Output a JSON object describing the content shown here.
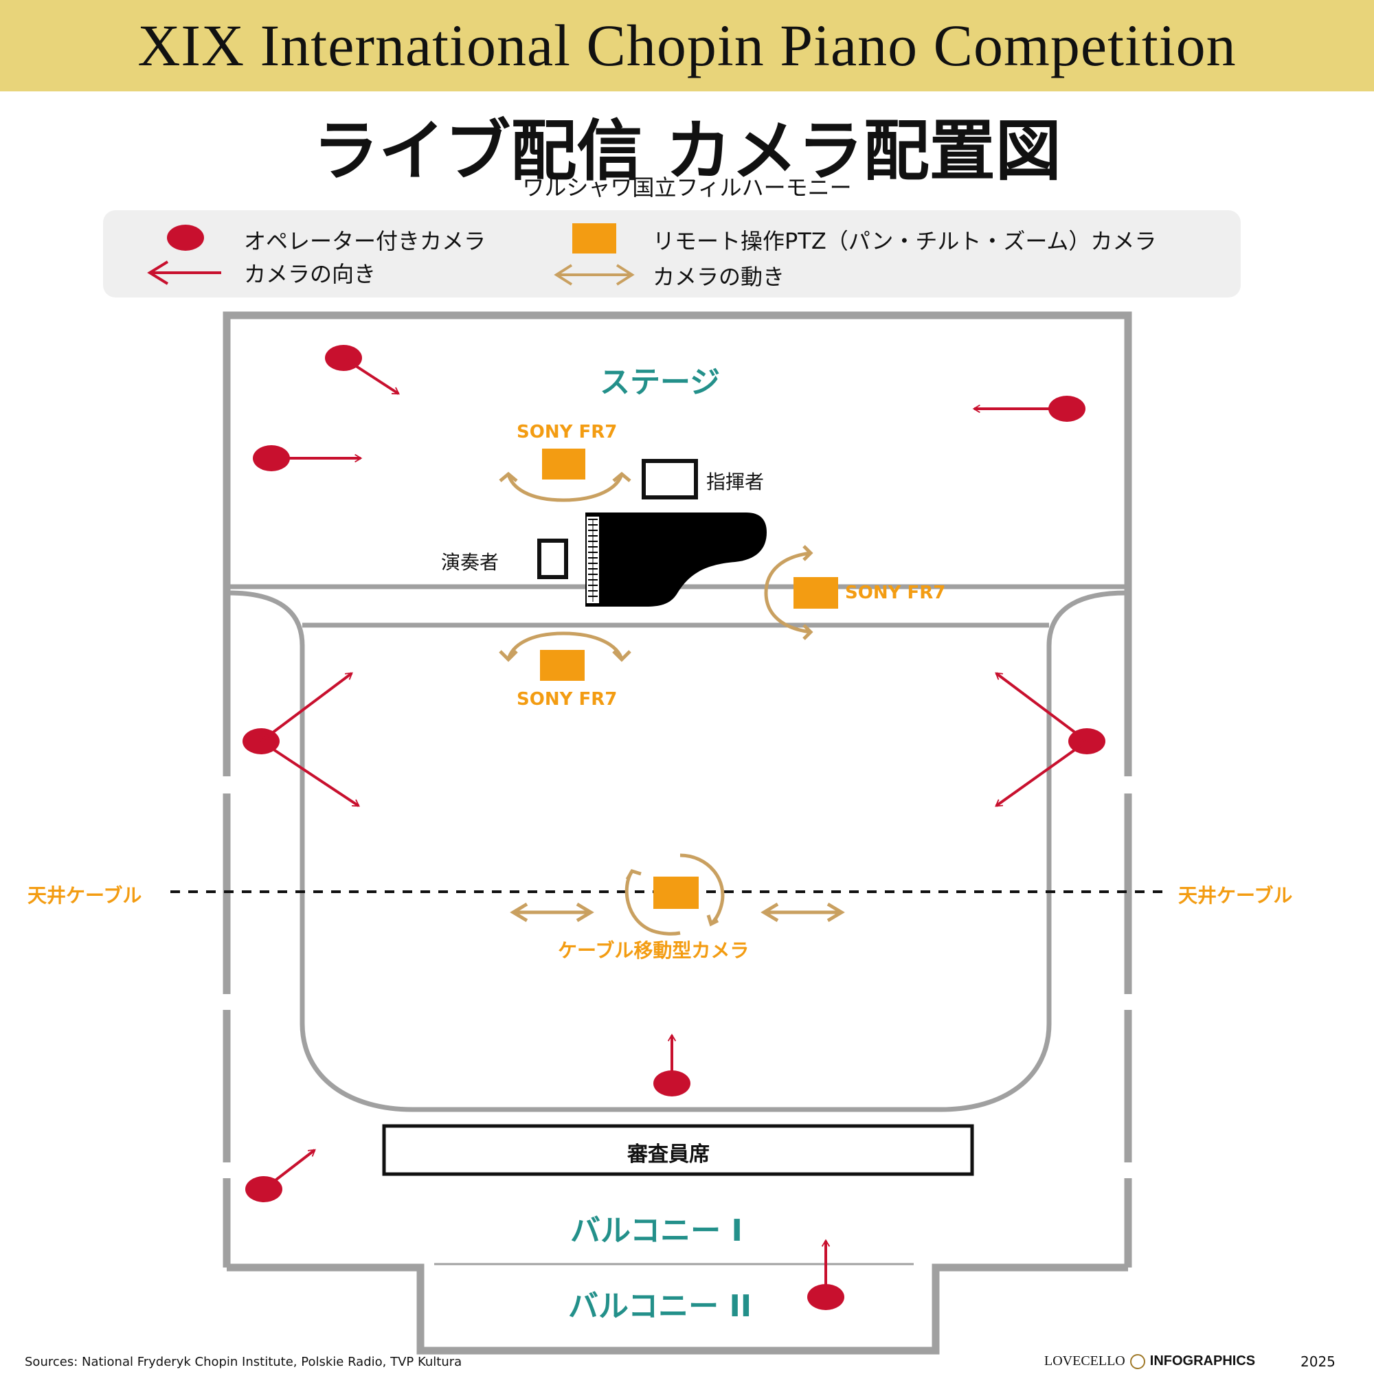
{
  "header": {
    "banner_title": "XIX International Chopin Piano Competition",
    "main_title": "ライブ配信 カメラ配置図",
    "subtitle": "ワルシャワ国立フィルハーモニー"
  },
  "legend": {
    "operator_camera": "オペレーター付きカメラ",
    "camera_direction": "カメラの向き",
    "ptz_camera": "リモート操作PTZ（パン・チルト・ズーム）カメラ",
    "camera_movement": "カメラの動き"
  },
  "diagram": {
    "stage": "ステージ",
    "conductor": "指揮者",
    "performer": "演奏者",
    "ptz_model_top": "SONY FR7",
    "ptz_model_right": "SONY FR7",
    "ptz_model_front": "SONY FR7",
    "ceiling_cable_left": "天井ケーブル",
    "ceiling_cable_right": "天井ケーブル",
    "cable_camera": "ケーブル移動型カメラ",
    "jury": "審査員席",
    "balcony_1": "バルコニー I",
    "balcony_2": "バルコニー II"
  },
  "footer": {
    "sources": "Sources: National Fryderyk Chopin Institute, Polskie Radio, TVP Kultura",
    "brand": "LOVECELLO",
    "brand_suffix": "INFOGRAPHICS",
    "year": "2025"
  },
  "colors": {
    "banner": "#e8d47a",
    "operator_camera": "#c8102e",
    "ptz_camera": "#f39c12",
    "movement_arrow": "#c9a060",
    "wall": "#a0a0a0",
    "teal_text": "#23908a"
  }
}
